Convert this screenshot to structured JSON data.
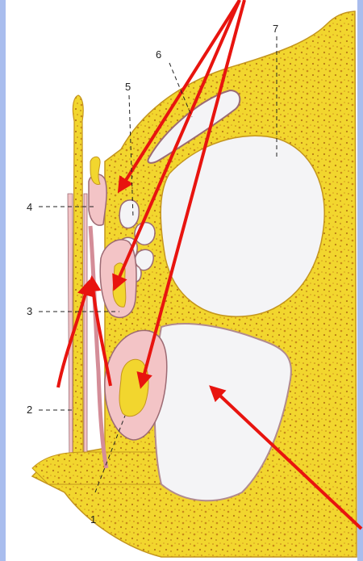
{
  "labels": {
    "n1": "1",
    "n2": "2",
    "n3": "3",
    "n4": "4",
    "n5": "5",
    "n6": "6",
    "n7": "7"
  },
  "colors": {
    "bone": "#f2d62e",
    "bone_dark": "#c98a1a",
    "mucosa": "#f3c4c6",
    "mucosa_edge": "#9c6a73",
    "cavity": "#f3f3f5",
    "arrow": "#e8140f",
    "frame": "#9fb3ea"
  }
}
